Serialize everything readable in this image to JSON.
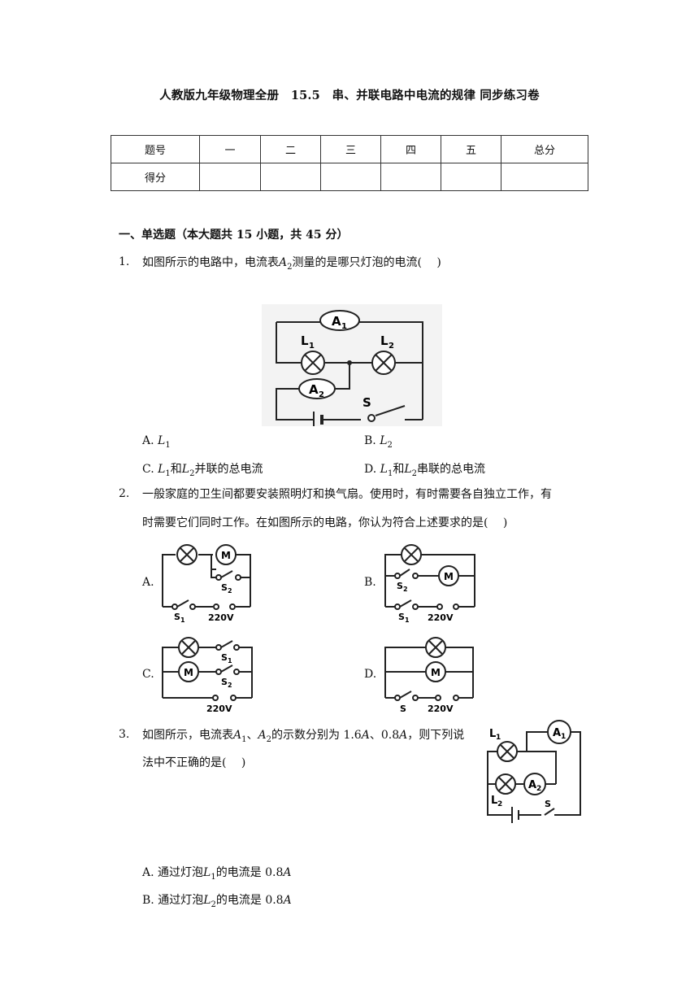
{
  "title": "人教版九年级物理全册　15.5　串、并联电路中电流的规律 同步练习卷",
  "score_table": {
    "header": [
      "题号",
      "一",
      "二",
      "三",
      "四",
      "五",
      "总分"
    ],
    "row2_label": "得分"
  },
  "section1": "一、单选题（本大题共 15 小题，共 45 分）",
  "q1": {
    "num": "1.",
    "text_before": "如图所示的电路中，电流表",
    "text_after": "测量的是哪只灯泡的电流(　 )",
    "options": {
      "a_label": "A.",
      "b_label": "B.",
      "c_label": "C.",
      "c_text_mid": "和",
      "c_text_end": "并联的总电流",
      "d_label": "D.",
      "d_text_mid": "和",
      "d_text_end": "串联的总电流"
    },
    "figure": {
      "ammeter1": "A",
      "ammeter1_sub": "1",
      "ammeter2": "A",
      "ammeter2_sub": "2",
      "lamp1": "L",
      "lamp1_sub": "1",
      "lamp2": "L",
      "lamp2_sub": "2",
      "switch": "S"
    }
  },
  "q2": {
    "num": "2.",
    "line1": "一般家庭的卫生间都要安装照明灯和换气扇。使用时，有时需要各自独立工作，有",
    "line2": "时需要它们同时工作。在如图所示的电路，你认为符合上述要求的是(　 )",
    "options": {
      "a": "A.",
      "b": "B.",
      "c": "C.",
      "d": "D."
    },
    "figure_labels": {
      "motor": "M",
      "s": "S",
      "s1_sub": "1",
      "s2_sub": "2",
      "voltage": "220V"
    }
  },
  "q3": {
    "num": "3.",
    "line1_before": "如图所示，电流表",
    "line1_sep": "、",
    "line1_mid": "的示数分别为 1.6",
    "line1_mid2": "、0.8",
    "line1_end": "，则下列说",
    "line2": "法中不正确的是(　 )",
    "options": {
      "a_label": "A.",
      "a_text_before": "通过灯泡",
      "a_text_after": "的电流是 0.8",
      "b_label": "B.",
      "b_text_before": "通过灯泡",
      "b_text_after": "的电流是 0.8"
    },
    "figure": {
      "lamp1": "L",
      "lamp1_sub": "1",
      "lamp2": "L",
      "lamp2_sub": "2",
      "ammeter1": "A",
      "ammeter1_sub": "1",
      "ammeter2": "A",
      "ammeter2_sub": "2",
      "switch": "S"
    }
  },
  "math": {
    "A": "A",
    "L": "L",
    "one": "1",
    "two": "2"
  }
}
